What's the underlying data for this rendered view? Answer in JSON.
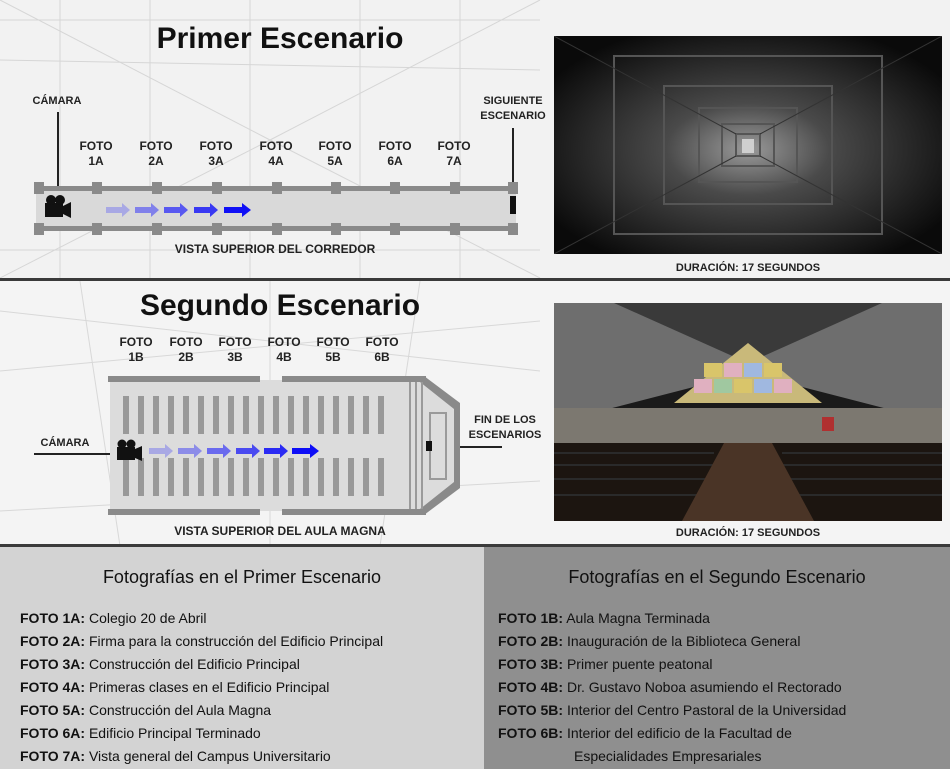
{
  "scenario1": {
    "title": "Primer Escenario",
    "camera_label": "CÁMARA",
    "next_label": [
      "SIGUIENTE",
      "ESCENARIO"
    ],
    "photos": [
      [
        "FOTO",
        "1A"
      ],
      [
        "FOTO",
        "2A"
      ],
      [
        "FOTO",
        "3A"
      ],
      [
        "FOTO",
        "4A"
      ],
      [
        "FOTO",
        "5A"
      ],
      [
        "FOTO",
        "6A"
      ],
      [
        "FOTO",
        "7A"
      ]
    ],
    "view_label": "VISTA SUPERIOR DEL CORREDOR",
    "duration": "DURACIÓN: 17 SEGUNDOS",
    "image_subject": "dark-corridor-render"
  },
  "scenario2": {
    "title": "Segundo Escenario",
    "camera_label": "CÁMARA",
    "end_label": [
      "FIN DE LOS",
      "ESCENARIOS"
    ],
    "photos": [
      [
        "FOTO",
        "1B"
      ],
      [
        "FOTO",
        "2B"
      ],
      [
        "FOTO",
        "3B"
      ],
      [
        "FOTO",
        "4B"
      ],
      [
        "FOTO",
        "5B"
      ],
      [
        "FOTO",
        "6B"
      ]
    ],
    "view_label": "VISTA SUPERIOR DEL AULA MAGNA",
    "duration": "DURACIÓN: 17 SEGUNDOS",
    "image_subject": "auditorium-stained-glass-render"
  },
  "colors": {
    "arrow_light": "#9b9be8",
    "arrow_mid": "#5c5cf0",
    "arrow_dark": "#1010f5",
    "structure": "#8a8a8a",
    "panel_left": "#d3d3d3",
    "panel_right": "#8f8f8f"
  },
  "bottom": {
    "left": {
      "title": "Fotografías en el Primer Escenario",
      "items": [
        {
          "label": "FOTO 1A:",
          "text": " Colegio 20 de Abril"
        },
        {
          "label": "FOTO 2A:",
          "text": " Firma para la construcción del Edificio Principal"
        },
        {
          "label": "FOTO 3A:",
          "text": " Construcción del Edificio Principal"
        },
        {
          "label": "FOTO 4A:",
          "text": " Primeras clases en el Edificio Principal"
        },
        {
          "label": "FOTO 5A:",
          "text": " Construcción del Aula Magna"
        },
        {
          "label": "FOTO 6A:",
          "text": " Edificio Principal Terminado"
        },
        {
          "label": "FOTO 7A:",
          "text": " Vista general del Campus Universitario"
        }
      ]
    },
    "right": {
      "title": "Fotografías en el Segundo Escenario",
      "items": [
        {
          "label": "FOTO 1B:",
          "text": " Aula Magna Terminada"
        },
        {
          "label": "FOTO 2B:",
          "text": " Inauguración de la Biblioteca General"
        },
        {
          "label": "FOTO 3B:",
          "text": " Primer puente peatonal"
        },
        {
          "label": "FOTO 4B:",
          "text": " Dr. Gustavo Noboa asumiendo el Rectorado"
        },
        {
          "label": "FOTO 5B:",
          "text": " Interior del Centro Pastoral de la Universidad"
        },
        {
          "label": "FOTO 6B:",
          "text": " Interior del edificio de la Facultad de"
        },
        {
          "label": "",
          "text": "Especialidades Empresariales"
        }
      ]
    }
  }
}
